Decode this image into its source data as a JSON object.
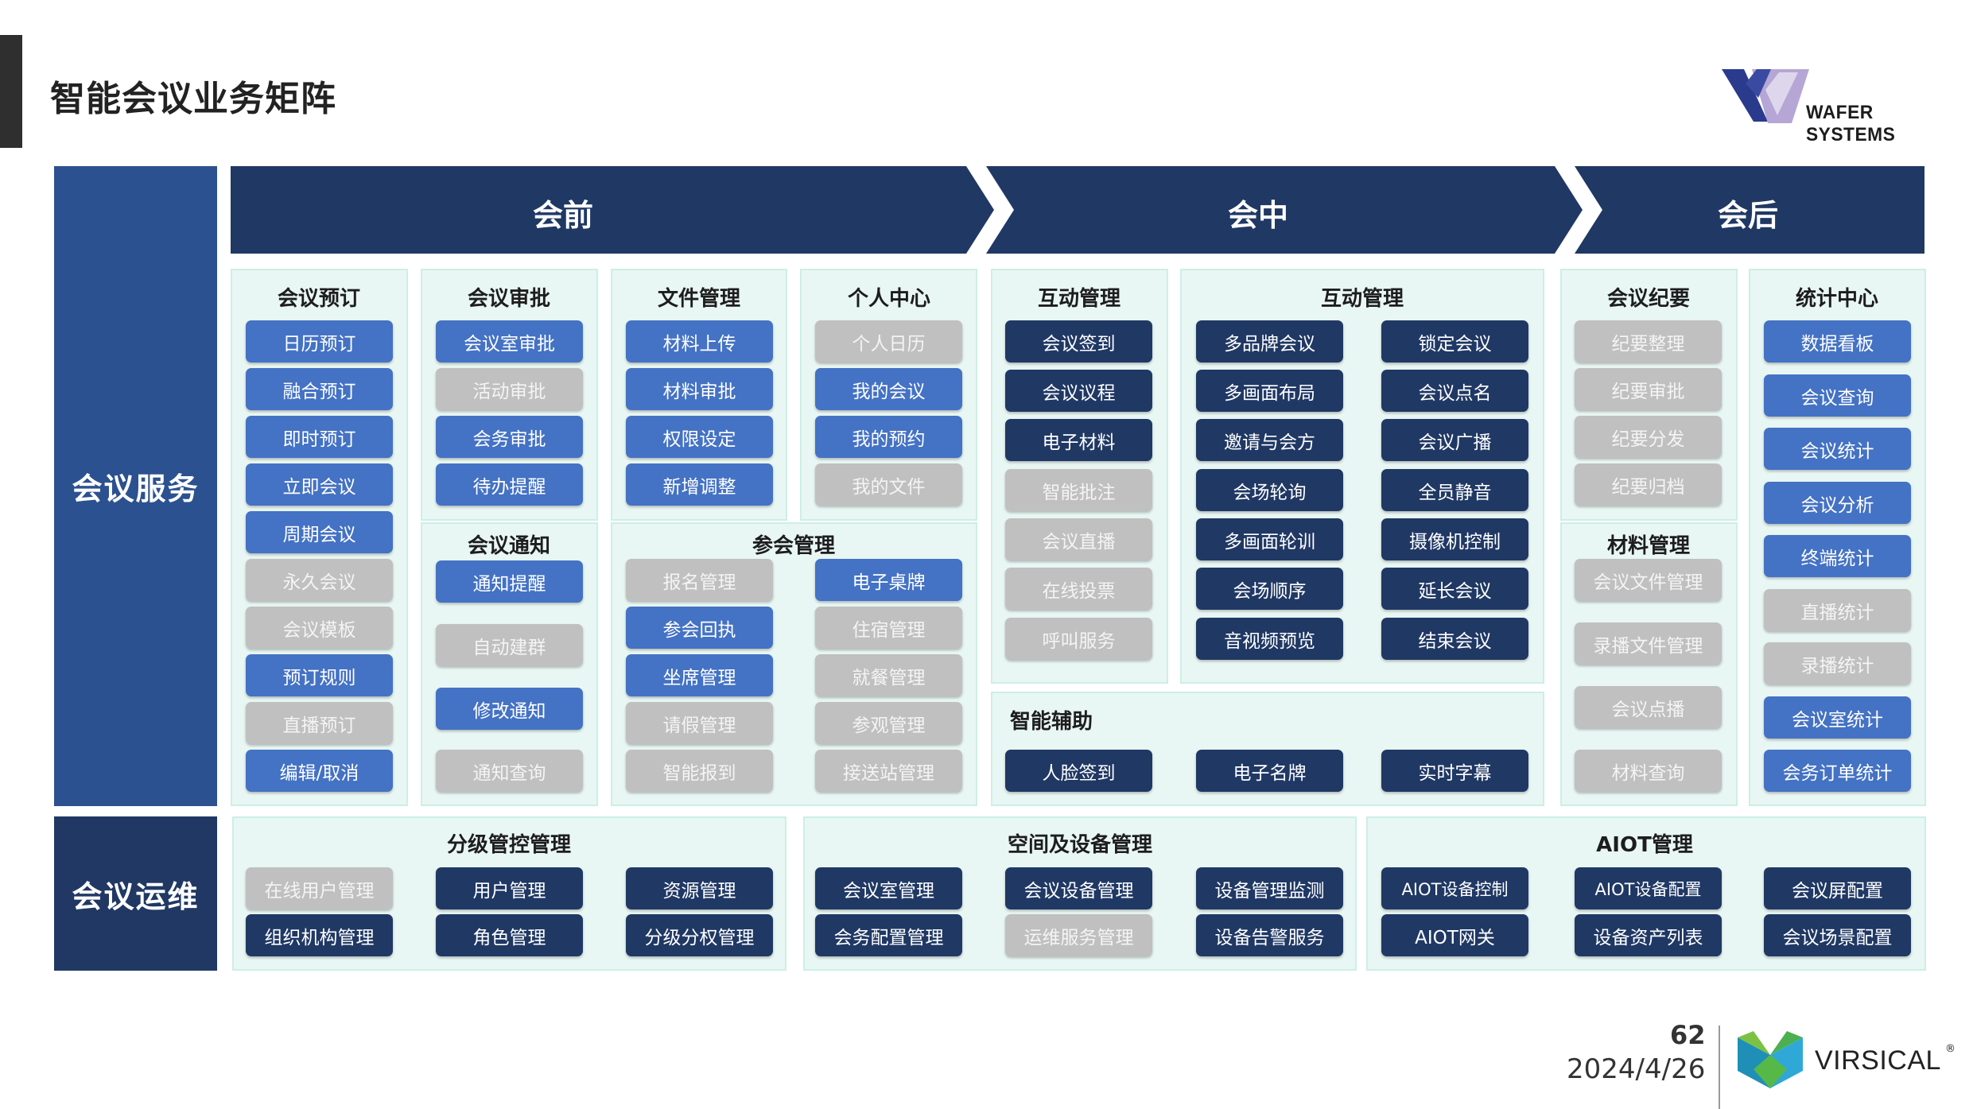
{
  "page_title": "智能会议业务矩阵",
  "logo_top": "WAFER SYSTEMS",
  "side_labels": {
    "service": "会议服务",
    "ops": "会议运维"
  },
  "phases": {
    "pre": "会前",
    "mid": "会中",
    "post": "会后"
  },
  "colors": {
    "blue": "#4472c4",
    "navy": "#203864",
    "gray": "#c0c0c0",
    "panel_bg": "#e9f7f4",
    "side_service": "#2c5190",
    "side_ops": "#203863",
    "phase_bar": "#203864"
  },
  "service": {
    "booking": {
      "title": "会议预订",
      "items": [
        {
          "label": "日历预订",
          "style": "blue"
        },
        {
          "label": "融合预订",
          "style": "blue"
        },
        {
          "label": "即时预订",
          "style": "blue"
        },
        {
          "label": "立即会议",
          "style": "blue"
        },
        {
          "label": "周期会议",
          "style": "blue"
        },
        {
          "label": "永久会议",
          "style": "gray"
        },
        {
          "label": "会议模板",
          "style": "gray"
        },
        {
          "label": "预订规则",
          "style": "blue"
        },
        {
          "label": "直播预订",
          "style": "gray"
        },
        {
          "label": "编辑/取消",
          "style": "blue"
        }
      ]
    },
    "approval": {
      "title": "会议审批",
      "items": [
        {
          "label": "会议室审批",
          "style": "blue"
        },
        {
          "label": "活动审批",
          "style": "gray"
        },
        {
          "label": "会务审批",
          "style": "blue"
        },
        {
          "label": "待办提醒",
          "style": "blue"
        }
      ]
    },
    "notice": {
      "title": "会议通知",
      "items": [
        {
          "label": "通知提醒",
          "style": "blue"
        },
        {
          "label": "自动建群",
          "style": "gray"
        },
        {
          "label": "修改通知",
          "style": "blue"
        },
        {
          "label": "通知查询",
          "style": "gray"
        }
      ]
    },
    "files": {
      "title": "文件管理",
      "items": [
        {
          "label": "材料上传",
          "style": "blue"
        },
        {
          "label": "材料审批",
          "style": "blue"
        },
        {
          "label": "权限设定",
          "style": "blue"
        },
        {
          "label": "新增调整",
          "style": "blue"
        }
      ]
    },
    "personal": {
      "title": "个人中心",
      "items": [
        {
          "label": "个人日历",
          "style": "gray"
        },
        {
          "label": "我的会议",
          "style": "blue"
        },
        {
          "label": "我的预约",
          "style": "blue"
        },
        {
          "label": "我的文件",
          "style": "gray"
        }
      ]
    },
    "attendee": {
      "title": "参会管理",
      "items": [
        {
          "label": "报名管理",
          "style": "gray"
        },
        {
          "label": "电子桌牌",
          "style": "blue"
        },
        {
          "label": "参会回执",
          "style": "blue"
        },
        {
          "label": "住宿管理",
          "style": "gray"
        },
        {
          "label": "坐席管理",
          "style": "blue"
        },
        {
          "label": "就餐管理",
          "style": "gray"
        },
        {
          "label": "请假管理",
          "style": "gray"
        },
        {
          "label": "参观管理",
          "style": "gray"
        },
        {
          "label": "智能报到",
          "style": "gray"
        },
        {
          "label": "接送站管理",
          "style": "gray"
        }
      ]
    },
    "interact1": {
      "title": "互动管理",
      "items": [
        {
          "label": "会议签到",
          "style": "navy"
        },
        {
          "label": "会议议程",
          "style": "navy"
        },
        {
          "label": "电子材料",
          "style": "navy"
        },
        {
          "label": "智能批注",
          "style": "gray"
        },
        {
          "label": "会议直播",
          "style": "gray"
        },
        {
          "label": "在线投票",
          "style": "gray"
        },
        {
          "label": "呼叫服务",
          "style": "gray"
        }
      ]
    },
    "interact2": {
      "title": "互动管理",
      "items": [
        {
          "label": "多品牌会议",
          "style": "navy"
        },
        {
          "label": "锁定会议",
          "style": "navy"
        },
        {
          "label": "多画面布局",
          "style": "navy"
        },
        {
          "label": "会议点名",
          "style": "navy"
        },
        {
          "label": "邀请与会方",
          "style": "navy"
        },
        {
          "label": "会议广播",
          "style": "navy"
        },
        {
          "label": "会场轮询",
          "style": "navy"
        },
        {
          "label": "全员静音",
          "style": "navy"
        },
        {
          "label": "多画面轮训",
          "style": "navy"
        },
        {
          "label": "摄像机控制",
          "style": "navy"
        },
        {
          "label": "会场顺序",
          "style": "navy"
        },
        {
          "label": "延长会议",
          "style": "navy"
        },
        {
          "label": "音视频预览",
          "style": "navy"
        },
        {
          "label": "结束会议",
          "style": "navy"
        }
      ]
    },
    "assist": {
      "title": "智能辅助",
      "items": [
        {
          "label": "人脸签到",
          "style": "navy"
        },
        {
          "label": "电子名牌",
          "style": "navy"
        },
        {
          "label": "实时字幕",
          "style": "navy"
        }
      ]
    },
    "minutes": {
      "title": "会议纪要",
      "items": [
        {
          "label": "纪要整理",
          "style": "gray"
        },
        {
          "label": "纪要审批",
          "style": "gray"
        },
        {
          "label": "纪要分发",
          "style": "gray"
        },
        {
          "label": "纪要归档",
          "style": "gray"
        }
      ]
    },
    "materials": {
      "title": "材料管理",
      "items": [
        {
          "label": "会议文件管理",
          "style": "gray"
        },
        {
          "label": "录播文件管理",
          "style": "gray"
        },
        {
          "label": "会议点播",
          "style": "gray"
        },
        {
          "label": "材料查询",
          "style": "gray"
        }
      ]
    },
    "stats": {
      "title": "统计中心",
      "items": [
        {
          "label": "数据看板",
          "style": "blue"
        },
        {
          "label": "会议查询",
          "style": "blue"
        },
        {
          "label": "会议统计",
          "style": "blue"
        },
        {
          "label": "会议分析",
          "style": "blue"
        },
        {
          "label": "终端统计",
          "style": "blue"
        },
        {
          "label": "直播统计",
          "style": "gray"
        },
        {
          "label": "录播统计",
          "style": "gray"
        },
        {
          "label": "会议室统计",
          "style": "blue"
        },
        {
          "label": "会务订单统计",
          "style": "blue"
        }
      ]
    }
  },
  "ops": {
    "control": {
      "title": "分级管控管理",
      "items": [
        {
          "label": "在线用户管理",
          "style": "gray"
        },
        {
          "label": "用户管理",
          "style": "navy"
        },
        {
          "label": "资源管理",
          "style": "navy"
        },
        {
          "label": "组织机构管理",
          "style": "navy"
        },
        {
          "label": "角色管理",
          "style": "navy"
        },
        {
          "label": "分级分权管理",
          "style": "navy"
        }
      ]
    },
    "space": {
      "title": "空间及设备管理",
      "items": [
        {
          "label": "会议室管理",
          "style": "navy"
        },
        {
          "label": "会议设备管理",
          "style": "navy"
        },
        {
          "label": "设备管理监测",
          "style": "navy"
        },
        {
          "label": "会务配置管理",
          "style": "navy"
        },
        {
          "label": "运维服务管理",
          "style": "gray"
        },
        {
          "label": "设备告警服务",
          "style": "navy"
        }
      ]
    },
    "aiot": {
      "title": "AIOT管理",
      "items": [
        {
          "label": "AIOT设备控制",
          "style": "navy"
        },
        {
          "label": "AIOT设备配置",
          "style": "navy"
        },
        {
          "label": "会议屏配置",
          "style": "navy"
        },
        {
          "label": "AIOT网关",
          "style": "navy"
        },
        {
          "label": "设备资产列表",
          "style": "navy"
        },
        {
          "label": "会议场景配置",
          "style": "navy"
        }
      ]
    }
  },
  "footer": {
    "page_number": "62",
    "date": "2024/4/26",
    "brand": "VIRSICAL",
    "reg": "®"
  }
}
